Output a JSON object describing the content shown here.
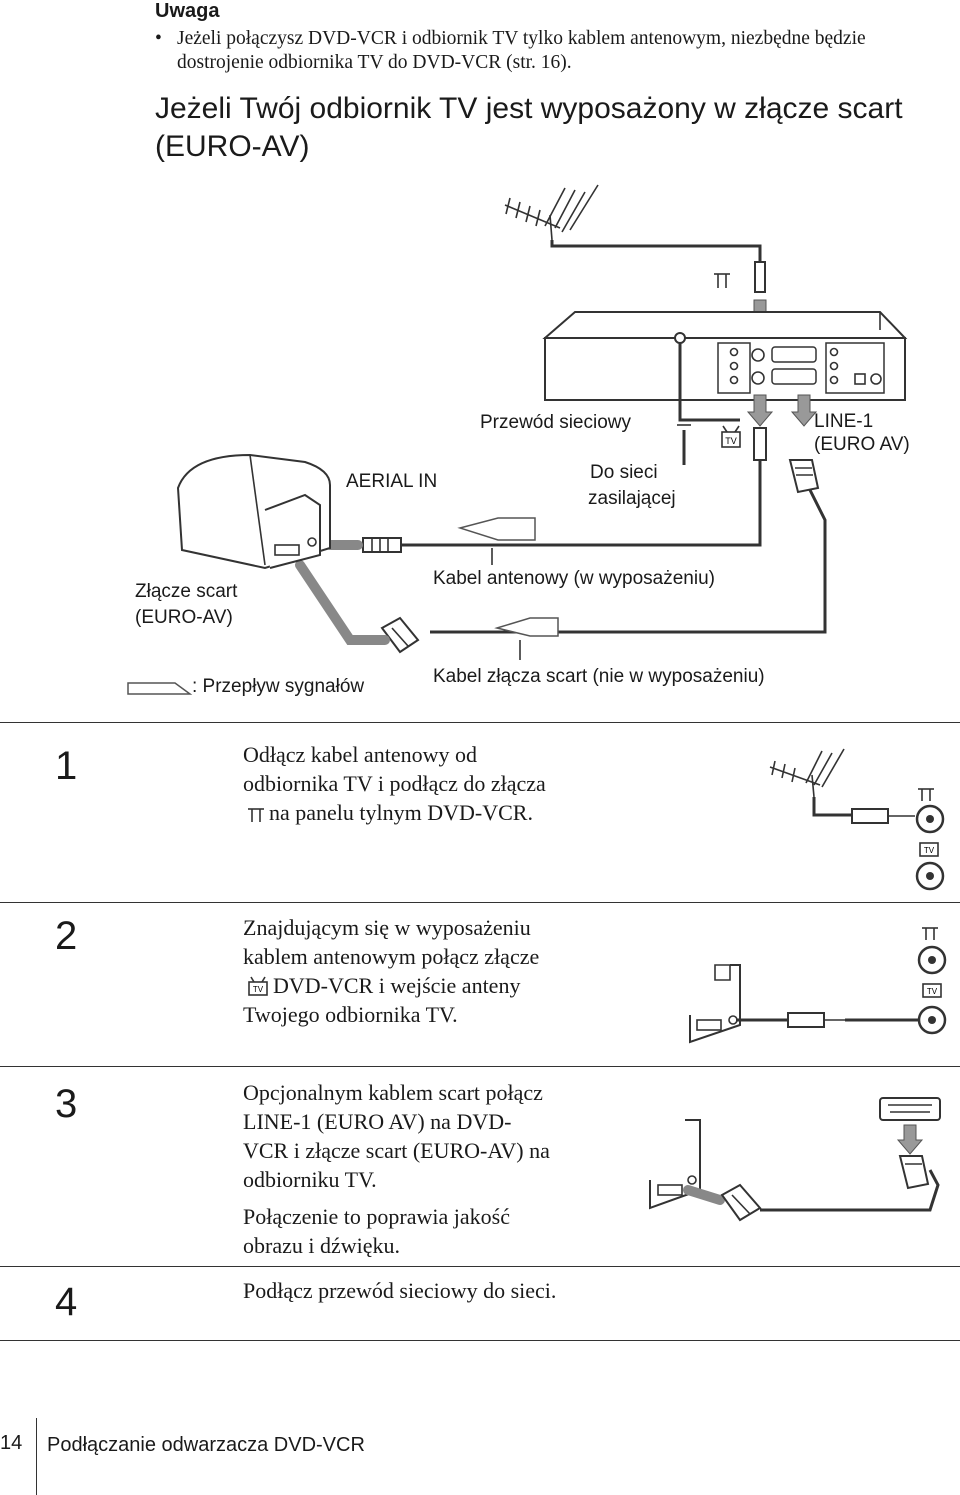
{
  "note": {
    "heading": "Uwaga",
    "bullet_symbol": "•",
    "bullet_text": "Jeżeli połączysz DVD-VCR i odbiornik TV tylko kablem antenowym, niezbędne będzie dostrojenie odbiornika TV do DVD-VCR (str. 16)."
  },
  "section_title": "Jeżeli Twój odbiornik TV jest wyposażony w złącze scart (EURO-AV)",
  "diagram": {
    "label_power_cord": "Przewód sieciowy",
    "label_line1_a": "LINE-1",
    "label_line1_b": "(EURO AV)",
    "label_aerial_in": "AERIAL IN",
    "label_mains_a": "Do sieci",
    "label_mains_b": "zasilającej",
    "label_scart_tv_a": "Złącze scart",
    "label_scart_tv_b": "(EURO-AV)",
    "label_aerial_cable": "Kabel antenowy (w wyposażeniu)",
    "label_signal_flow": ": Przepływ sygnałów",
    "label_scart_cable": "Kabel złącza scart (nie w wyposażeniu)",
    "tv_port_text": "TV"
  },
  "steps": [
    {
      "number": "1",
      "lines": [
        "Odłącz kabel antenowy od",
        "odbiornika TV i podłącz do złącza",
        "na panelu tylnym DVD-VCR."
      ]
    },
    {
      "number": "2",
      "lines": [
        "Znajdującym się w wyposażeniu",
        "kablem antenowym połącz złącze",
        "DVD-VCR i wejście anteny",
        "Twojego odbiornika TV."
      ]
    },
    {
      "number": "3",
      "lines": [
        "Opcjonalnym kablem scart połącz",
        "LINE-1 (EURO AV) na DVD-",
        "VCR i złącze scart (EURO-AV) na",
        "odbiorniku TV."
      ],
      "extra": [
        "Połączenie to poprawia jakość",
        "obrazu i dźwięku."
      ]
    },
    {
      "number": "4",
      "lines": [
        "Podłącz przewód sieciowy do sieci."
      ]
    }
  ],
  "footer": {
    "page_number": "14",
    "chapter_title": "Podłączanie odwarzacza DVD-VCR"
  }
}
